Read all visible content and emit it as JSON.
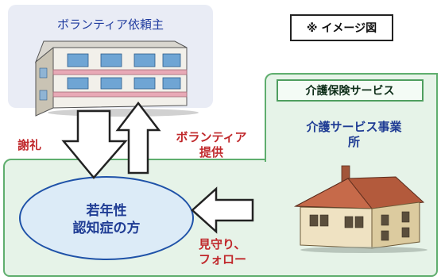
{
  "requester": {
    "title": "ボランティア依頼主"
  },
  "note": {
    "text": "※ イメージ図"
  },
  "service": {
    "insurance_label": "介護保険サービス",
    "provider_line1": "介護サービス事業",
    "provider_line2": "所"
  },
  "person": {
    "line1": "若年性",
    "line2": "認知症の方"
  },
  "arrows": {
    "thanks": "謝礼",
    "volunteer_line1": "ボランティア",
    "volunteer_line2": "提供",
    "watch_line1": "見守り、",
    "watch_line2": "フォロー"
  },
  "colors": {
    "green_fill": "#e6f3e8",
    "green_border": "#5fae6e",
    "blue_text": "#1f3c94",
    "red_text": "#c0282b"
  }
}
